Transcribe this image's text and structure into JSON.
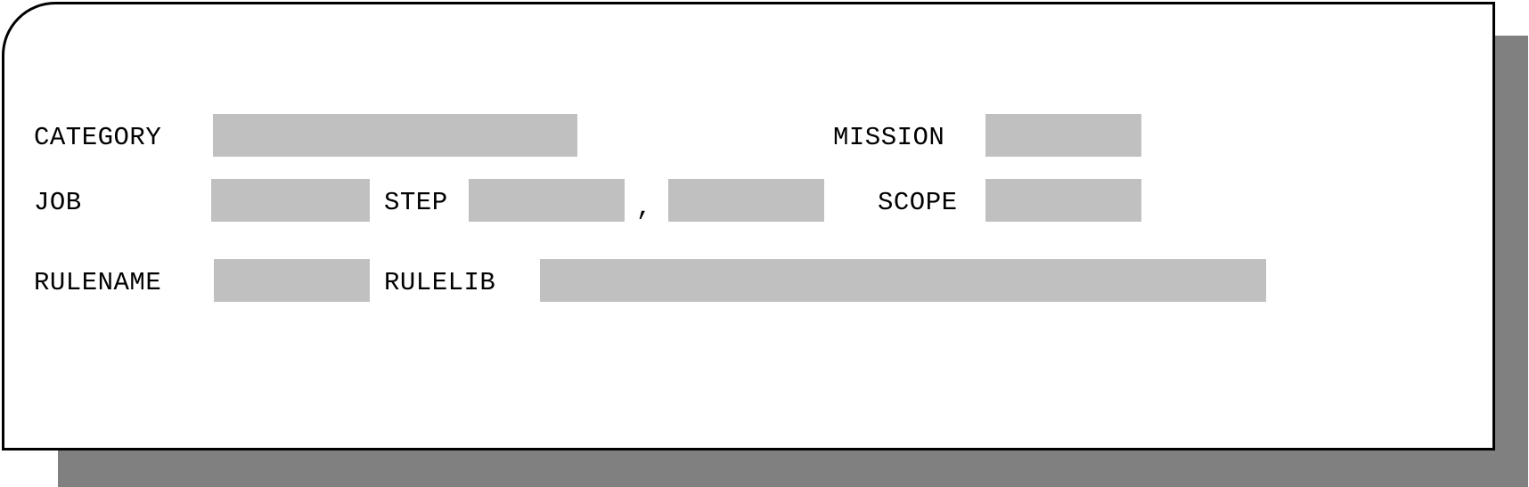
{
  "form": {
    "category": {
      "label": "CATEGORY",
      "value": ""
    },
    "mission": {
      "label": "MISSION",
      "value": ""
    },
    "job": {
      "label": "JOB",
      "value": ""
    },
    "step": {
      "label": "STEP",
      "value": "",
      "value2": "",
      "separator": ","
    },
    "scope": {
      "label": "SCOPE",
      "value": ""
    },
    "rulename": {
      "label": "RULENAME",
      "value": ""
    },
    "rulelib": {
      "label": "RULELIB",
      "value": ""
    }
  },
  "colors": {
    "field_bg": "#c0c0c0",
    "shadow": "#808080",
    "border": "#000000",
    "panel_bg": "#ffffff"
  }
}
